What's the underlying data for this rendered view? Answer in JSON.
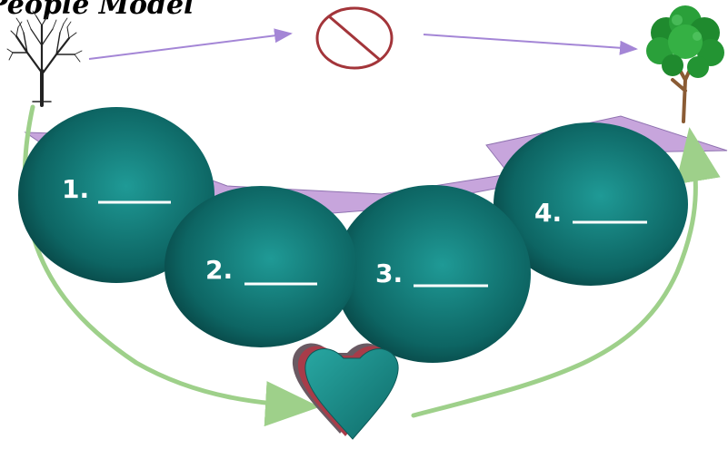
{
  "title": "People Model",
  "ellipses": [
    {
      "label": "1."
    },
    {
      "label": "2."
    },
    {
      "label": "3."
    },
    {
      "label": "4."
    }
  ],
  "icons": {
    "left_tree": "bare-tree-icon",
    "right_tree": "leafy-tree-icon",
    "center": "prohibited-icon",
    "bottom": "heart-icon"
  },
  "colors": {
    "ellipse_center": "#1f9a96",
    "ellipse_edge": "#063b3b",
    "platform": "#c7a5dc",
    "arrow_purple": "#a486d6",
    "arrow_green": "#9ed08a",
    "prohibited": "#a3353a",
    "heart": "#1b8c89"
  }
}
